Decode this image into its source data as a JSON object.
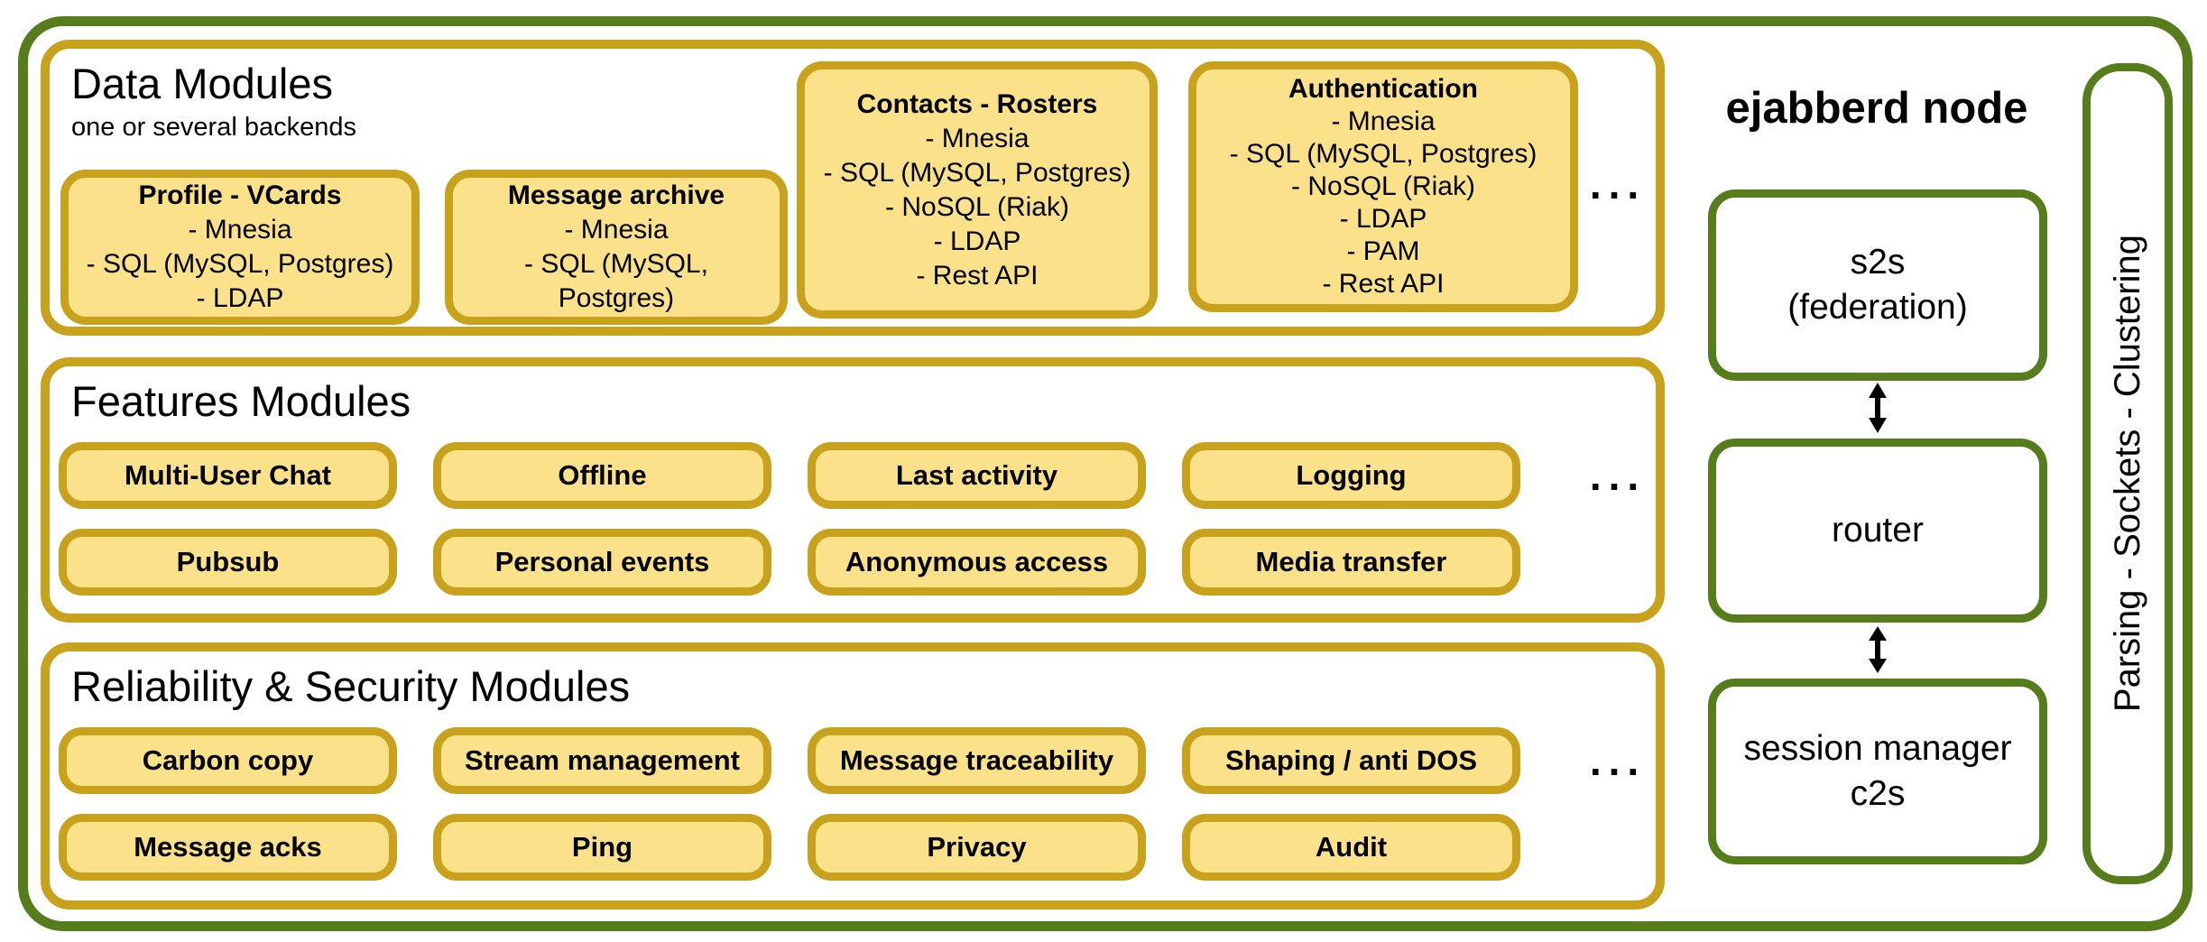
{
  "colors": {
    "green_border": "#567c1b",
    "gold_border": "#c8a21d",
    "yellow_fill": "#fbe189",
    "text": "#000000",
    "background": "#ffffff"
  },
  "data_modules": {
    "title": "Data Modules",
    "subtitle": "one or several backends",
    "ellipsis": "...",
    "boxes": [
      {
        "title": "Profile - VCards",
        "lines": [
          "- Mnesia",
          "- SQL (MySQL, Postgres)",
          "- LDAP"
        ]
      },
      {
        "title": "Message archive",
        "lines": [
          "- Mnesia",
          "- SQL (MySQL, Postgres)"
        ]
      },
      {
        "title": "Contacts - Rosters",
        "lines": [
          "- Mnesia",
          "- SQL (MySQL, Postgres)",
          "- NoSQL (Riak)",
          "- LDAP",
          "- Rest API"
        ]
      },
      {
        "title": "Authentication",
        "lines": [
          "- Mnesia",
          "- SQL (MySQL, Postgres)",
          "- NoSQL (Riak)",
          "- LDAP",
          "- PAM",
          "- Rest API"
        ]
      }
    ]
  },
  "features_modules": {
    "title": "Features Modules",
    "ellipsis": "...",
    "buttons": [
      "Multi-User Chat",
      "Offline",
      "Last activity",
      "Logging",
      "Pubsub",
      "Personal events",
      "Anonymous access",
      "Media transfer"
    ]
  },
  "reliability_modules": {
    "title": "Reliability & Security Modules",
    "ellipsis": "...",
    "buttons": [
      "Carbon copy",
      "Stream management",
      "Message traceability",
      "Shaping / anti DOS",
      "Message acks",
      "Ping",
      "Privacy",
      "Audit"
    ]
  },
  "node": {
    "title": "ejabberd node",
    "boxes": [
      {
        "lines": [
          "s2s",
          "(federation)"
        ]
      },
      {
        "lines": [
          "router"
        ]
      },
      {
        "lines": [
          "session manager",
          "c2s"
        ]
      }
    ],
    "sidebar": "Parsing - Sockets - Clustering"
  }
}
